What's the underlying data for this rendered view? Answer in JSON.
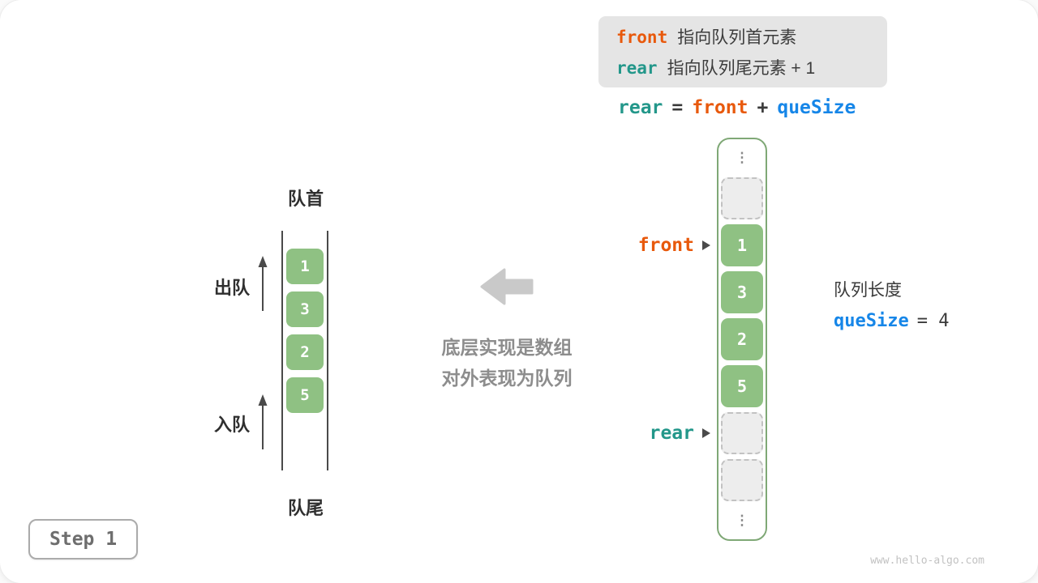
{
  "colors": {
    "front_accent": "#E8590C",
    "rear_accent": "#23978A",
    "quesize_accent": "#1686E8",
    "cell_green": "#8FC183",
    "empty_cell_gray": "#EDEDED",
    "legend_box_gray": "#E5E5E5",
    "big_arrow_gray": "#C9C9C9"
  },
  "legend": {
    "front_keyword": "front",
    "front_desc": "指向队列首元素",
    "rear_keyword": "rear",
    "rear_desc": "指向队列尾元素 + 1"
  },
  "formula": {
    "lhs": "rear",
    "equals": "=",
    "front": "front",
    "plus": "+",
    "quesize": "queSize"
  },
  "left_queue": {
    "head_label": "队首",
    "tail_label": "队尾",
    "dequeue_label": "出队",
    "enqueue_label": "入队",
    "cells": [
      "1",
      "3",
      "2",
      "5"
    ]
  },
  "center": {
    "line1": "底层实现是数组",
    "line2": "对外表现为队列"
  },
  "array": {
    "top_ellipsis": "⋮",
    "bottom_ellipsis": "⋮",
    "front_pointer": "front",
    "rear_pointer": "rear",
    "cells": [
      "1",
      "3",
      "2",
      "5"
    ]
  },
  "side_note": {
    "title": "队列长度",
    "keyword": "queSize",
    "value": "= 4"
  },
  "footer": {
    "step_label": "Step 1",
    "watermark": "www.hello-algo.com"
  }
}
